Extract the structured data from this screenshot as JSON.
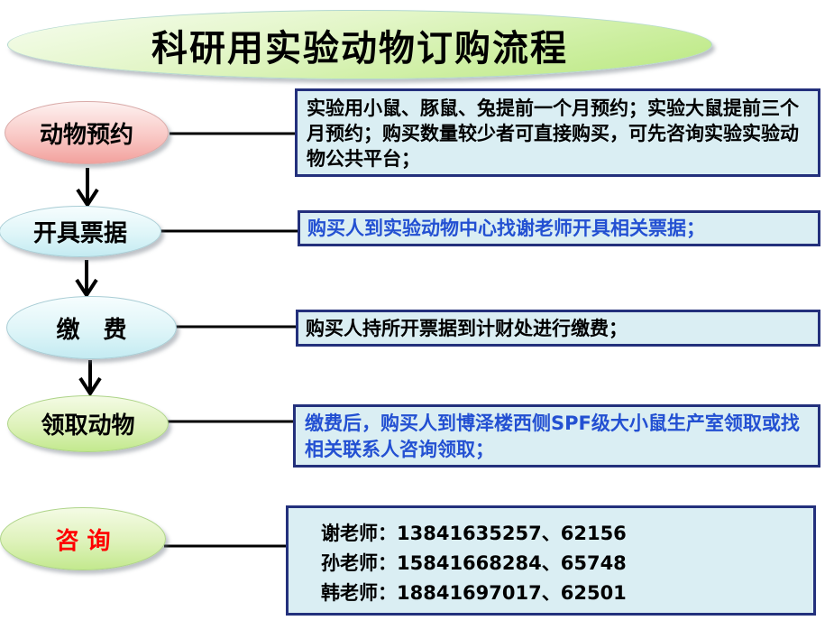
{
  "title": {
    "text": "科研用实验动物订购流程"
  },
  "steps": [
    {
      "label": "动物预约",
      "theme": "pink",
      "desc": "实验用小鼠、豚鼠、兔提前一个月预约；实验大鼠提前三个月预约；购买数量较少者可直接购买，可先咨询实验实验动物公共平台；",
      "desc_color": "black"
    },
    {
      "label": "开具票据",
      "theme": "cyan",
      "desc": "购买人到实验动物中心找谢老师开具相关票据；",
      "desc_color": "blue"
    },
    {
      "label": "缴　费",
      "theme": "cyan",
      "desc": "购买人持所开票据到计财处进行缴费；",
      "desc_color": "black"
    },
    {
      "label": "领取动物",
      "theme": "green",
      "desc": "缴费后，购买人到博泽楼西侧SPF级大小鼠生产室领取或找相关联系人咨询领取；",
      "desc_color": "blue"
    },
    {
      "label": "咨 询",
      "theme": "green",
      "label_color": "red",
      "contacts": [
        "谢老师：13841635257、62156",
        "孙老师：15841668284、65748",
        "韩老师：18841697017、62501"
      ]
    }
  ],
  "colors": {
    "box_background": "#daeef3",
    "box_border": "#23307c",
    "blue_text": "#2350d2",
    "red_text": "#ff0000",
    "title_ellipse_green": "#b9e87e",
    "pink_ellipse": "#f2a19d",
    "cyan_ellipse": "#c4ebf2",
    "green_ellipse": "#c3e98e",
    "connector": "#000000"
  }
}
